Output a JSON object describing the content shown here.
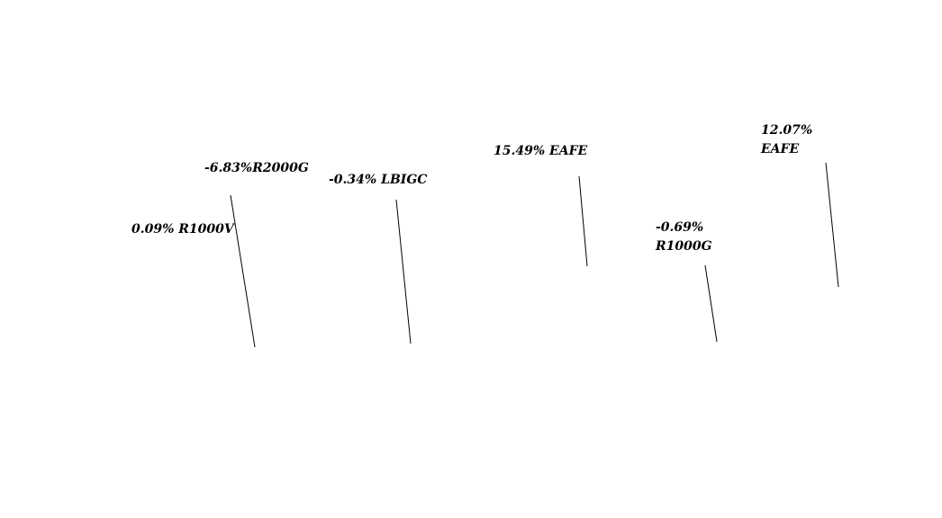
{
  "chart_data": {
    "type": "pie",
    "title": "",
    "legend": "none",
    "colors": {
      "text": "#000000",
      "line": "#000000",
      "background": "#ffffff"
    },
    "slices": [
      {
        "label": "R1000V",
        "value": 0.09,
        "value_label": "0.09%"
      },
      {
        "label": "R2000G",
        "value": -6.83,
        "value_label": "-6.83%"
      },
      {
        "label": "LBIGC",
        "value": -0.34,
        "value_label": "-0.34%"
      },
      {
        "label": "EAFE",
        "value": 15.49,
        "value_label": "15.49%"
      },
      {
        "label": "R1000G",
        "value": -0.69,
        "value_label": "-0.69%"
      },
      {
        "label": "EAFE",
        "value": 12.07,
        "value_label": "12.07%"
      }
    ]
  }
}
